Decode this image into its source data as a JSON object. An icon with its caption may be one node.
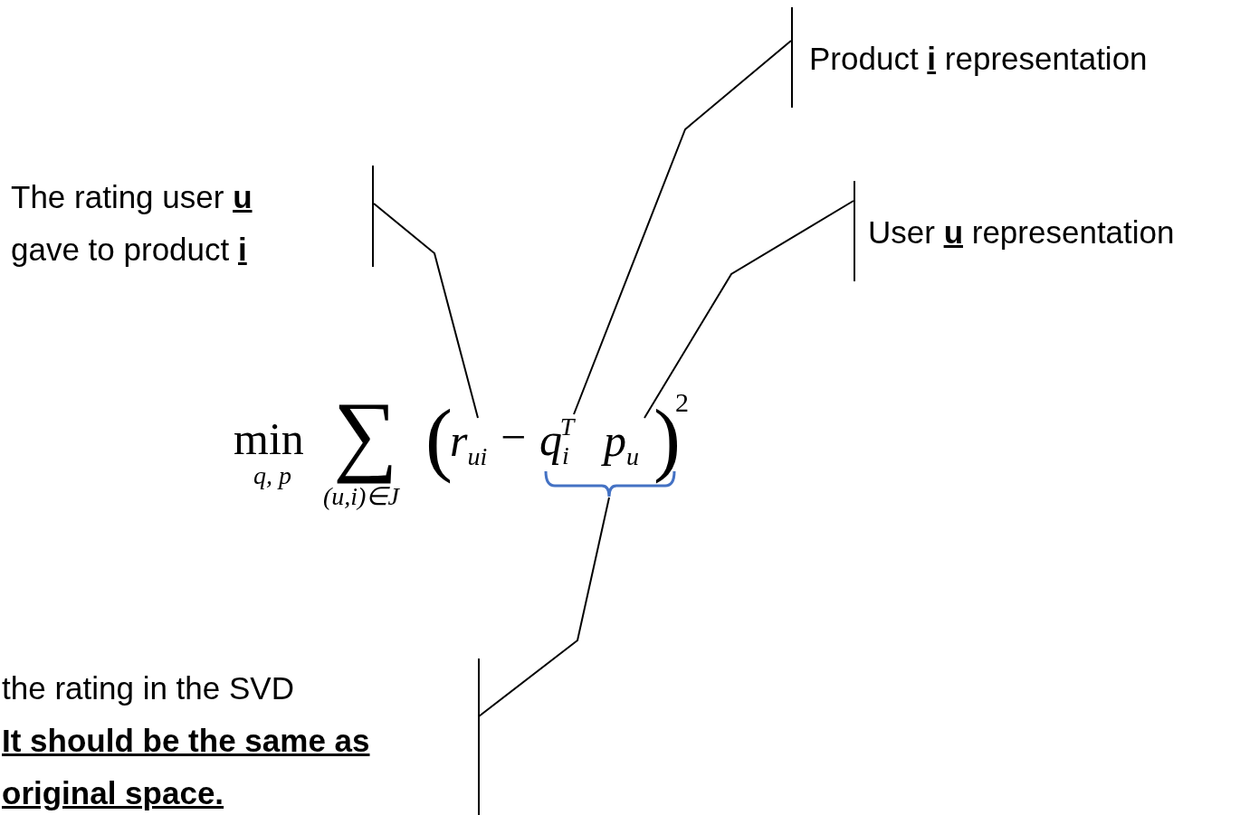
{
  "diagram": {
    "nodes": [
      {
        "text": [
          "The rating user **u** gave to product **i**"
        ]
      },
      {
        "text": [
          "Product **i** representation"
        ]
      },
      {
        "text": [
          "User **u** representation"
        ]
      },
      {
        "text": [
          "the rating in the SVD",
          "It should be the same as original space."
        ]
      },
      {
        "text": [
          "r$_{ui}$"
        ]
      },
      {
        "text": [
          "q$_{i}$$^{T}$"
        ]
      },
      {
        "text": [
          "p$_{u}$"
        ]
      },
      {
        "text": [],
        "shape": "brace"
      }
    ],
    "edges": [
      {
        "from": 0,
        "to": 4,
        "arrow": "none"
      },
      {
        "from": 1,
        "to": 5,
        "arrow": "none"
      },
      {
        "from": 2,
        "to": 6,
        "arrow": "none"
      },
      {
        "from": 3,
        "to": 7,
        "arrow": "none"
      }
    ],
    "labels": [
      "min",
      "q, p",
      "∑",
      "(u,i)∈J",
      "(",
      "−",
      ")",
      "2"
    ]
  }
}
